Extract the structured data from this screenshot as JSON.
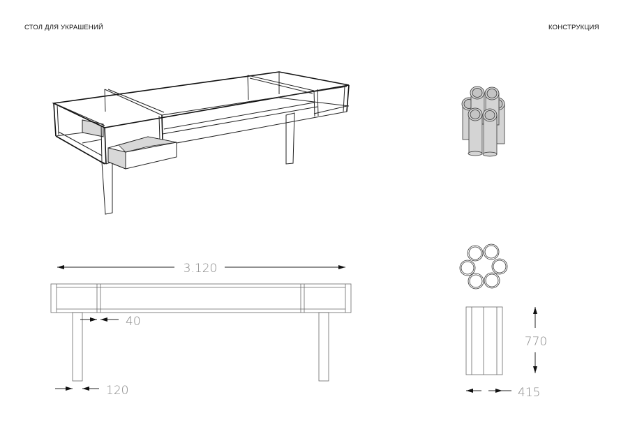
{
  "header": {
    "title_left": "СТОЛ ДЛЯ УКРАШЕНИЙ",
    "title_right": "КОНСТРУКЦИЯ"
  },
  "dimensions": {
    "table_length": "3.120",
    "frame_profile": "40",
    "leg_width": "120",
    "column_height": "770",
    "column_width": "415"
  },
  "colors": {
    "line": "#222222",
    "dimension_text": "#888888",
    "tube_fill": "#d4d4d4"
  }
}
